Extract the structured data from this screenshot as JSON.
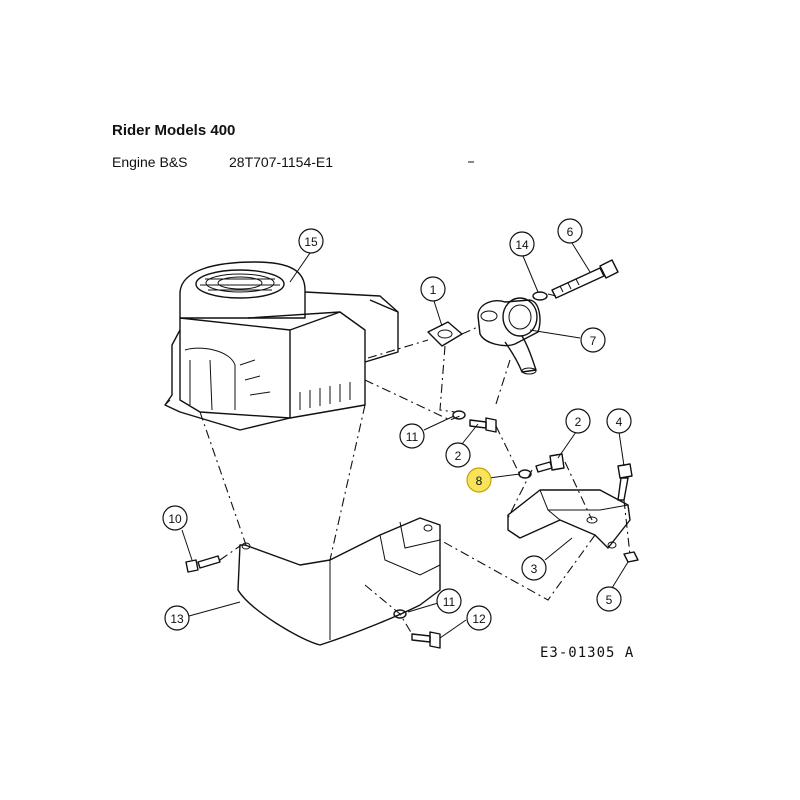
{
  "header": {
    "title": "Rider Models 400",
    "engine_label": "Engine B&S",
    "part_number": "28T707-1154-E1"
  },
  "figure_code": "E3-01305 A",
  "callouts": [
    {
      "id": "c15",
      "label": "15"
    },
    {
      "id": "c14",
      "label": "14"
    },
    {
      "id": "c6",
      "label": "6"
    },
    {
      "id": "c1",
      "label": "1"
    },
    {
      "id": "c7",
      "label": "7"
    },
    {
      "id": "c11a",
      "label": "11"
    },
    {
      "id": "c2a",
      "label": "2"
    },
    {
      "id": "c2b",
      "label": "2"
    },
    {
      "id": "c4",
      "label": "4"
    },
    {
      "id": "c8",
      "label": "8"
    },
    {
      "id": "c3",
      "label": "3"
    },
    {
      "id": "c5",
      "label": "5"
    },
    {
      "id": "c10",
      "label": "10"
    },
    {
      "id": "c13",
      "label": "13"
    },
    {
      "id": "c11b",
      "label": "11"
    },
    {
      "id": "c12",
      "label": "12"
    }
  ],
  "colors": {
    "highlight": "#f7e45a",
    "ink": "#111111"
  }
}
